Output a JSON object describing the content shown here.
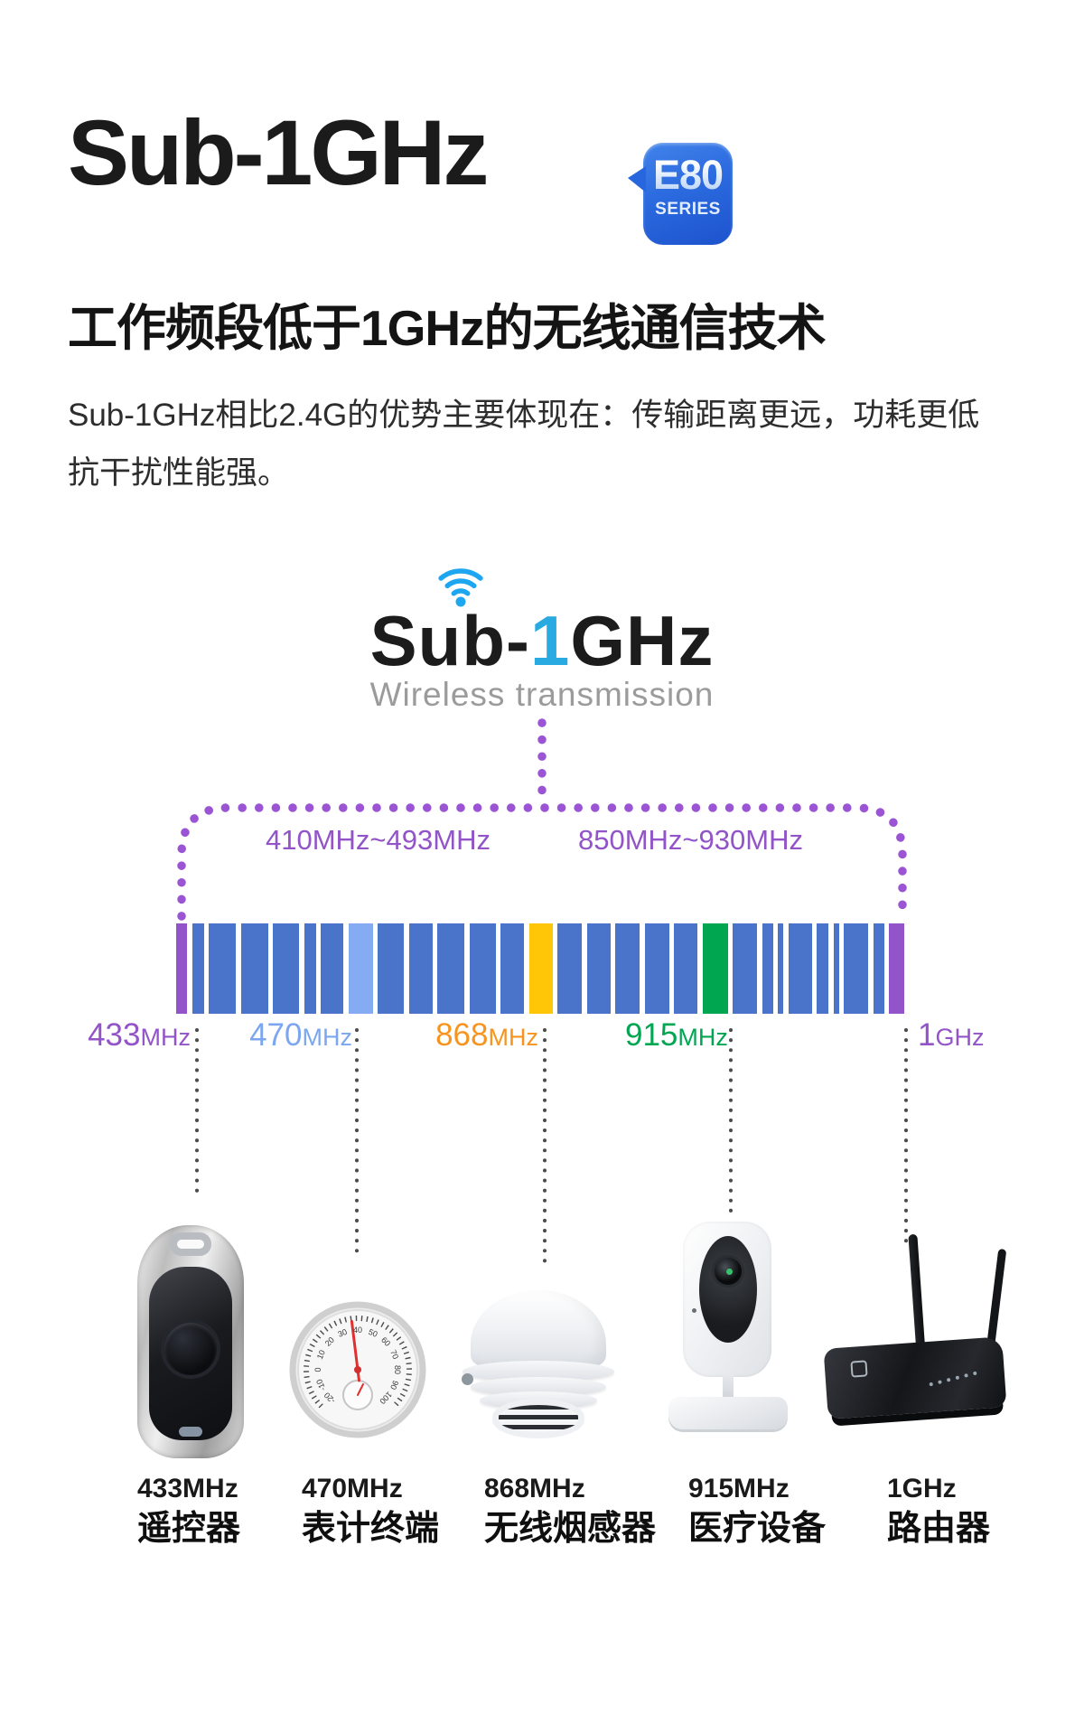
{
  "header": {
    "title": "Sub-1GHz",
    "badge": {
      "line1": "E80",
      "line2": "SERIES",
      "color": "#2766dc"
    },
    "subtitle": "工作频段低于1GHz的无线通信技术",
    "description_line1": "Sub-1GHz相比2.4G的优势主要体现在：传输距离更远，功耗更低",
    "description_line2": "抗干扰性能强。"
  },
  "hero": {
    "title_prefix": "Sub-",
    "title_highlight": "1",
    "title_suffix": "GHz",
    "highlight_color": "#29abe2",
    "wifi_icon_color": "#1ea7f0",
    "subtitle": "Wireless transmission"
  },
  "spectrum": {
    "range_left": "410MHz~493MHz",
    "range_right": "850MHz~930MHz",
    "range_color": "#9254c8",
    "dot_color": "#9b55d4",
    "colors": {
      "p": "#9254c8",
      "b": "#4a74c9",
      "l": "#85acf2",
      "y": "#ffc608",
      "g": "#00a650"
    },
    "bars": [
      {
        "c": "p",
        "w": 12
      },
      {
        "c": "b",
        "w": 13
      },
      {
        "c": "b",
        "w": 30
      },
      {
        "c": "b",
        "w": 30
      },
      {
        "c": "b",
        "w": 29
      },
      {
        "c": "b",
        "w": 13
      },
      {
        "c": "b",
        "w": 25
      },
      {
        "c": "l",
        "w": 27
      },
      {
        "c": "b",
        "w": 29
      },
      {
        "c": "b",
        "w": 26
      },
      {
        "c": "b",
        "w": 30
      },
      {
        "c": "b",
        "w": 29
      },
      {
        "c": "b",
        "w": 26
      },
      {
        "c": "y",
        "w": 26
      },
      {
        "c": "b",
        "w": 27
      },
      {
        "c": "b",
        "w": 26
      },
      {
        "c": "b",
        "w": 27
      },
      {
        "c": "b",
        "w": 27
      },
      {
        "c": "b",
        "w": 26
      },
      {
        "c": "g",
        "w": 28
      },
      {
        "c": "b",
        "w": 27
      },
      {
        "c": "b",
        "w": 12
      },
      {
        "c": "b",
        "w": 6
      },
      {
        "c": "b",
        "w": 26
      },
      {
        "c": "b",
        "w": 13
      },
      {
        "c": "b",
        "w": 6
      },
      {
        "c": "b",
        "w": 27
      },
      {
        "c": "b",
        "w": 12
      },
      {
        "c": "p",
        "w": 17
      }
    ],
    "markers": [
      {
        "value": "433",
        "unit": "MHz",
        "color": "#9254c8"
      },
      {
        "value": "470",
        "unit": "MHz",
        "color": "#7ca7f0"
      },
      {
        "value": "868",
        "unit": "MHz",
        "color": "#f7941e"
      },
      {
        "value": "915",
        "unit": "MHz",
        "color": "#00a651"
      },
      {
        "value": "1",
        "unit": "GHz",
        "color": "#9254c8"
      }
    ]
  },
  "products": [
    {
      "freq": "433MHz",
      "name": "遥控器"
    },
    {
      "freq": "470MHz",
      "name": "表计终端",
      "gauge_numbers": [
        "-20",
        "-10",
        "0",
        "10",
        "20",
        "30",
        "40",
        "50",
        "60",
        "70",
        "80",
        "90",
        "100"
      ]
    },
    {
      "freq": "868MHz",
      "name": "无线烟感器"
    },
    {
      "freq": "915MHz",
      "name": "医疗设备"
    },
    {
      "freq": "1GHz",
      "name": "路由器"
    }
  ]
}
